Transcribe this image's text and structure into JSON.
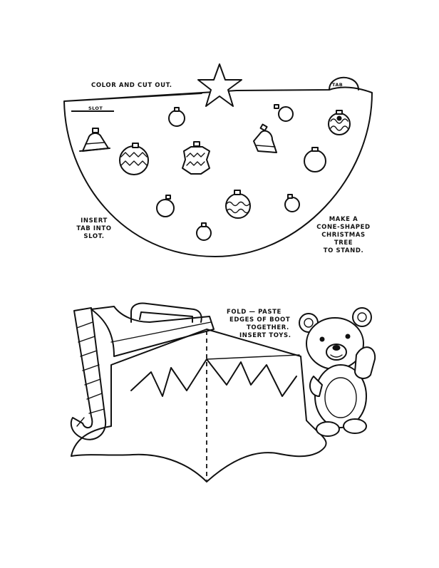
{
  "tree": {
    "instruction": "COLOR AND CUT OUT.",
    "tab_label": "TAB",
    "slot_label": "SLOT",
    "left_note": [
      "INSERT",
      "TAB INTO",
      "SLOT."
    ],
    "right_note": [
      "MAKE A",
      "CONE-SHAPED",
      "CHRISTMAS",
      "TREE",
      "TO STAND."
    ]
  },
  "boot": {
    "note": [
      "FOLD — PASTE",
      "EDGES OF BOOT",
      "TOGETHER.",
      "INSERT TOYS."
    ]
  }
}
